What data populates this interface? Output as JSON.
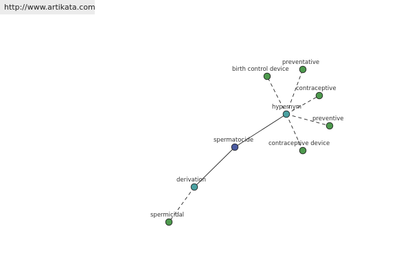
{
  "banner": {
    "url_text": "http://www.artikata.com"
  },
  "colors": {
    "root_node": "#4a5aa0",
    "hub_node": "#4aa0a0",
    "leaf_node": "#4e9a4e",
    "edge": "#222222",
    "node_stroke": "#222222"
  },
  "graph": {
    "nodes": [
      {
        "id": "spermatocide",
        "label": "spermatocide",
        "kind": "root"
      },
      {
        "id": "hypernym",
        "label": "hypernym",
        "kind": "hub"
      },
      {
        "id": "derivation",
        "label": "derivation",
        "kind": "hub"
      },
      {
        "id": "spermicidal",
        "label": "spermicidal",
        "kind": "leaf"
      },
      {
        "id": "birth-control-device",
        "label": "birth control device",
        "kind": "leaf"
      },
      {
        "id": "preventative",
        "label": "preventative",
        "kind": "leaf"
      },
      {
        "id": "contraceptive",
        "label": "contraceptive",
        "kind": "leaf"
      },
      {
        "id": "preventive",
        "label": "preventive",
        "kind": "leaf"
      },
      {
        "id": "contraceptive-device",
        "label": "contraceptive device",
        "kind": "leaf"
      }
    ],
    "edges": [
      {
        "from": "spermatocide",
        "to": "hypernym",
        "style": "solid"
      },
      {
        "from": "spermatocide",
        "to": "derivation",
        "style": "solid"
      },
      {
        "from": "derivation",
        "to": "spermicidal",
        "style": "dashed"
      },
      {
        "from": "hypernym",
        "to": "birth-control-device",
        "style": "dashed"
      },
      {
        "from": "hypernym",
        "to": "preventative",
        "style": "dashed"
      },
      {
        "from": "hypernym",
        "to": "contraceptive",
        "style": "dashed"
      },
      {
        "from": "hypernym",
        "to": "preventive",
        "style": "dashed"
      },
      {
        "from": "hypernym",
        "to": "contraceptive-device",
        "style": "dashed"
      }
    ]
  }
}
